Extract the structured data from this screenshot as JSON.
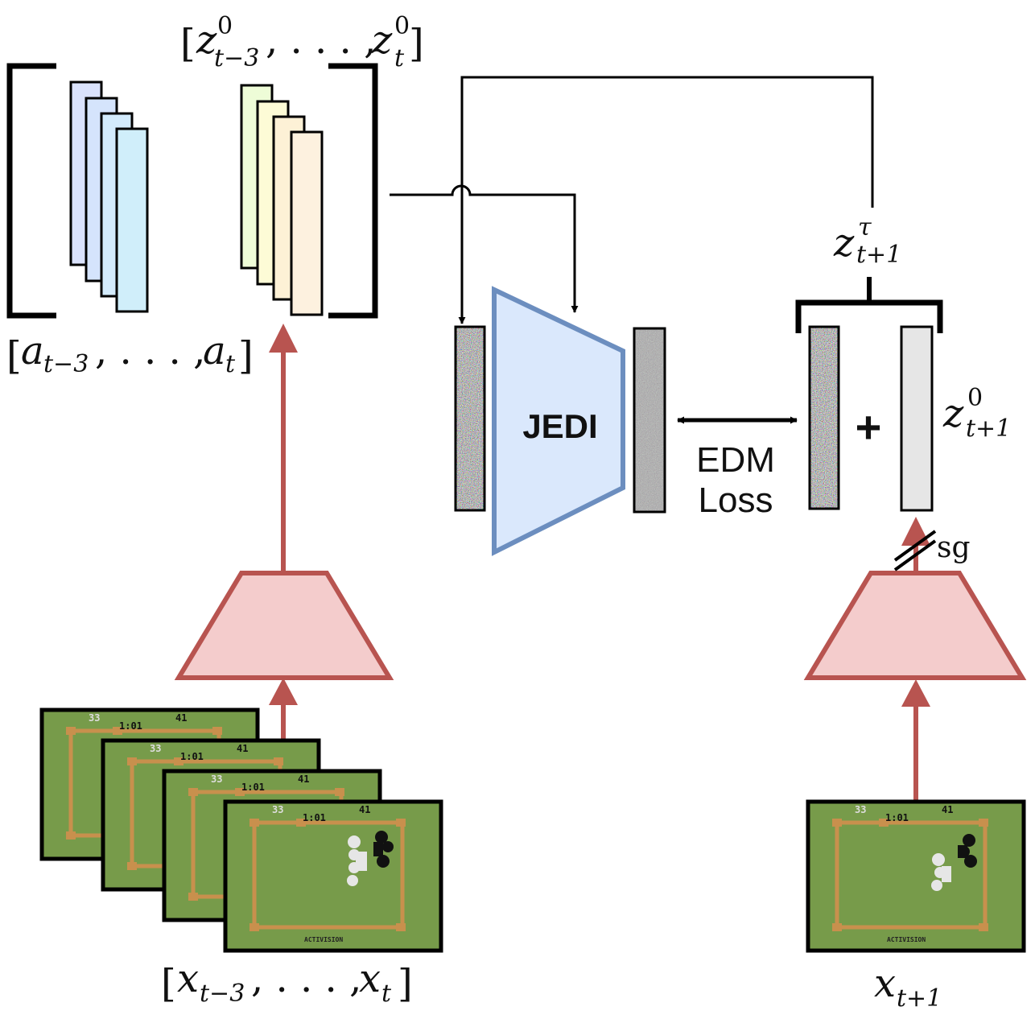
{
  "labels": {
    "z_context": {
      "open": "[",
      "z1": "z",
      "sup1": "0",
      "sub1": "t−3",
      "mid": ", . . . , ",
      "z2": "z",
      "sup2": "0",
      "sub2": "t",
      "close": "]"
    },
    "a_context": {
      "open": "[",
      "a1": "a",
      "sub1": "t−3",
      "mid": ", . . . , ",
      "a2": "a",
      "sub2": "t",
      "close": "]"
    },
    "x_context": {
      "open": "[",
      "x1": "x",
      "sub1": "t−3",
      "mid": ", . . . , ",
      "x2": "x",
      "sub2": "t",
      "close": "]"
    },
    "x_next": {
      "x": "x",
      "sub": "t+1"
    },
    "z_noisy": {
      "z": "z",
      "sup": "τ",
      "sub": "t+1"
    },
    "z_clean": {
      "z": "z",
      "sup": "0",
      "sub": "t+1"
    },
    "jedi": "JEDI",
    "edm_loss": [
      "EDM",
      "Loss"
    ],
    "plus": "+",
    "stop_grad": "sg"
  },
  "game_frame": {
    "score_left": "33",
    "time": "1:01",
    "score_right": "41",
    "brand": "ACTIVISION"
  },
  "colors": {
    "encoder_fill": "#f4cccc",
    "encoder_stroke": "#b85450",
    "jedi_fill": "#dae8fc",
    "jedi_stroke": "#6c8ebf",
    "frame_green": "#779b4a",
    "ring_rope": "#c8904d",
    "clean_latent": "#e6e6e6",
    "blue_latents": [
      "#dae2fc",
      "#d5e4fc",
      "#d3ebfc",
      "#d0eefa"
    ],
    "yellow_latents": [
      "#eefcd7",
      "#fdfbd6",
      "#fdf1d6",
      "#fdf1df"
    ]
  }
}
